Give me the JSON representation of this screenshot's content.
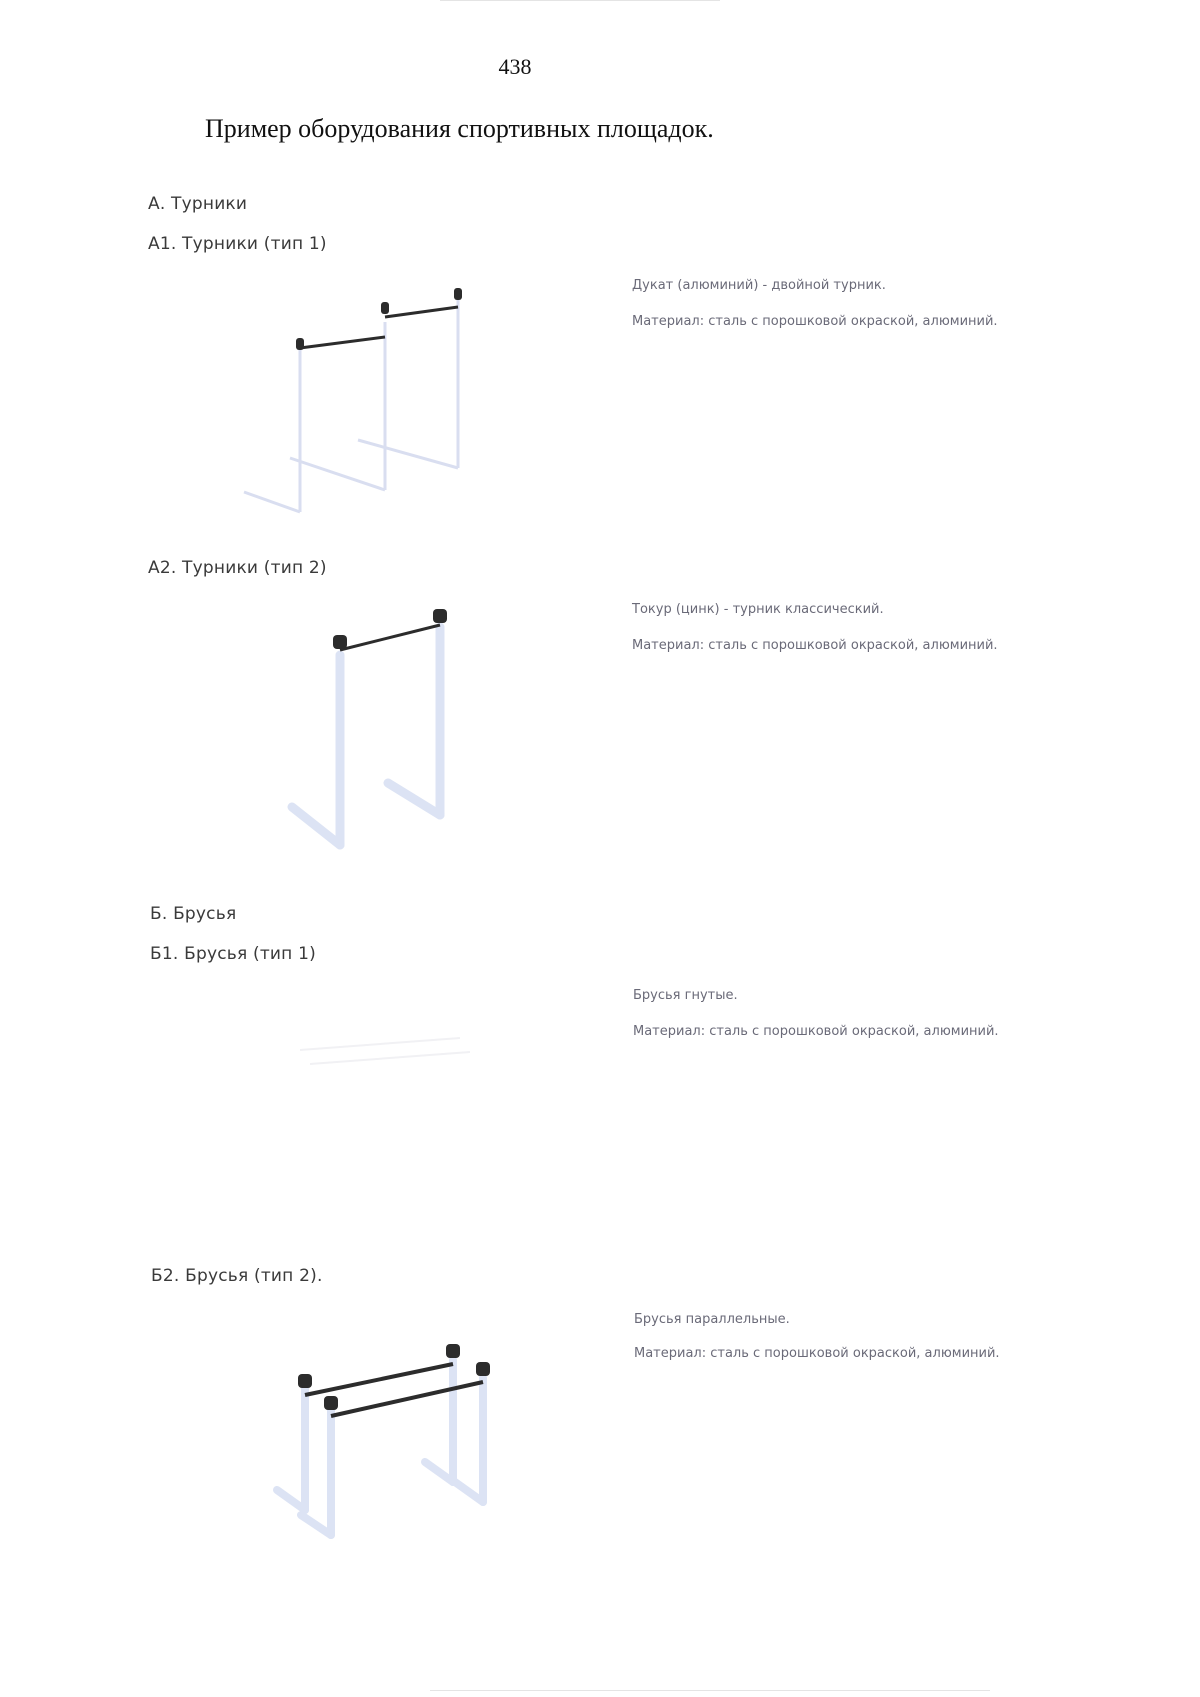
{
  "page_number": "438",
  "title": "Пример оборудования спортивных площадок.",
  "sections": {
    "a": {
      "heading": "А. Турники"
    },
    "a1": {
      "heading": "А1. Турники (тип 1)",
      "description": "Дукат (алюминий) - двойной турник.",
      "material": "Материал: сталь с порошковой окраской, алюминий."
    },
    "a2": {
      "heading": "А2. Турники (тип 2)",
      "description": "Токур (цинк) - турник классический.",
      "material": "Материал: сталь с порошковой окраской, алюминий."
    },
    "b": {
      "heading": "Б. Брусья"
    },
    "b1": {
      "heading": "Б1. Брусья (тип 1)",
      "description": "Брусья гнутые.",
      "material": "Материал: сталь с порошковой окраской, алюминий."
    },
    "b2": {
      "heading": "Б2. Брусья (тип 2).",
      "description": "Брусья параллельные.",
      "material": "Материал: сталь с порошковой окраской, алюминий."
    }
  }
}
